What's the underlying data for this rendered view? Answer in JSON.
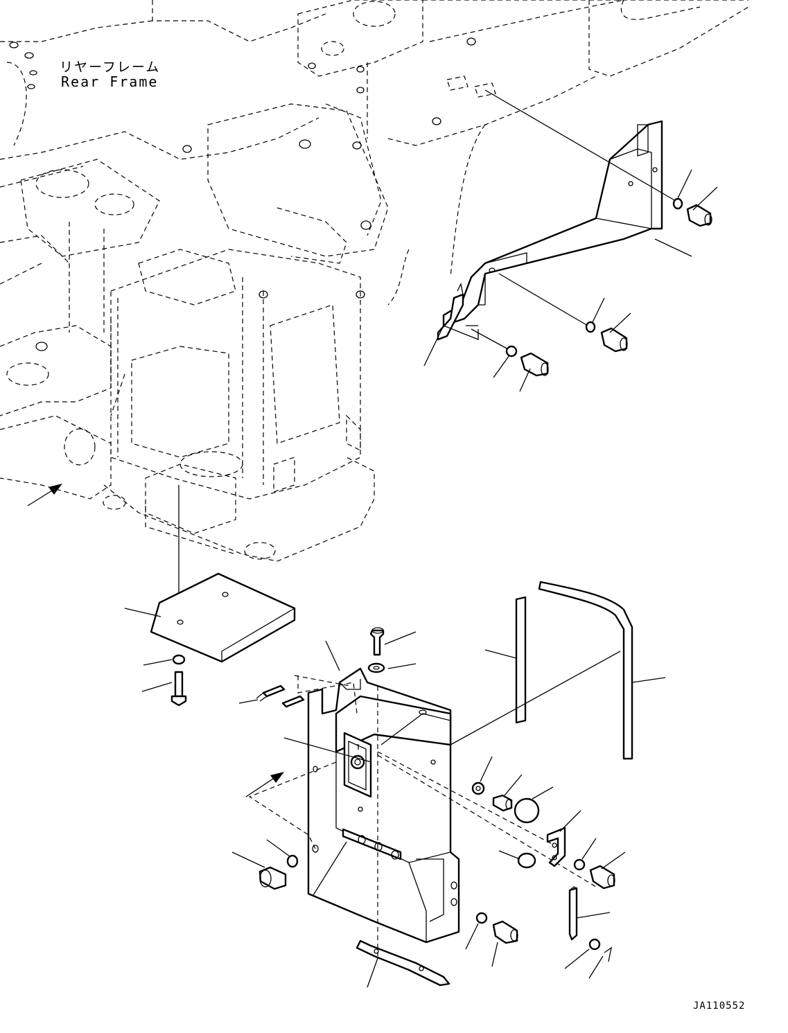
{
  "figure": {
    "title_jp": "リヤーフレーム",
    "title_en": "Rear Frame",
    "code": "JA110552"
  },
  "style": {
    "line_color": "#000000",
    "background": "#ffffff"
  }
}
